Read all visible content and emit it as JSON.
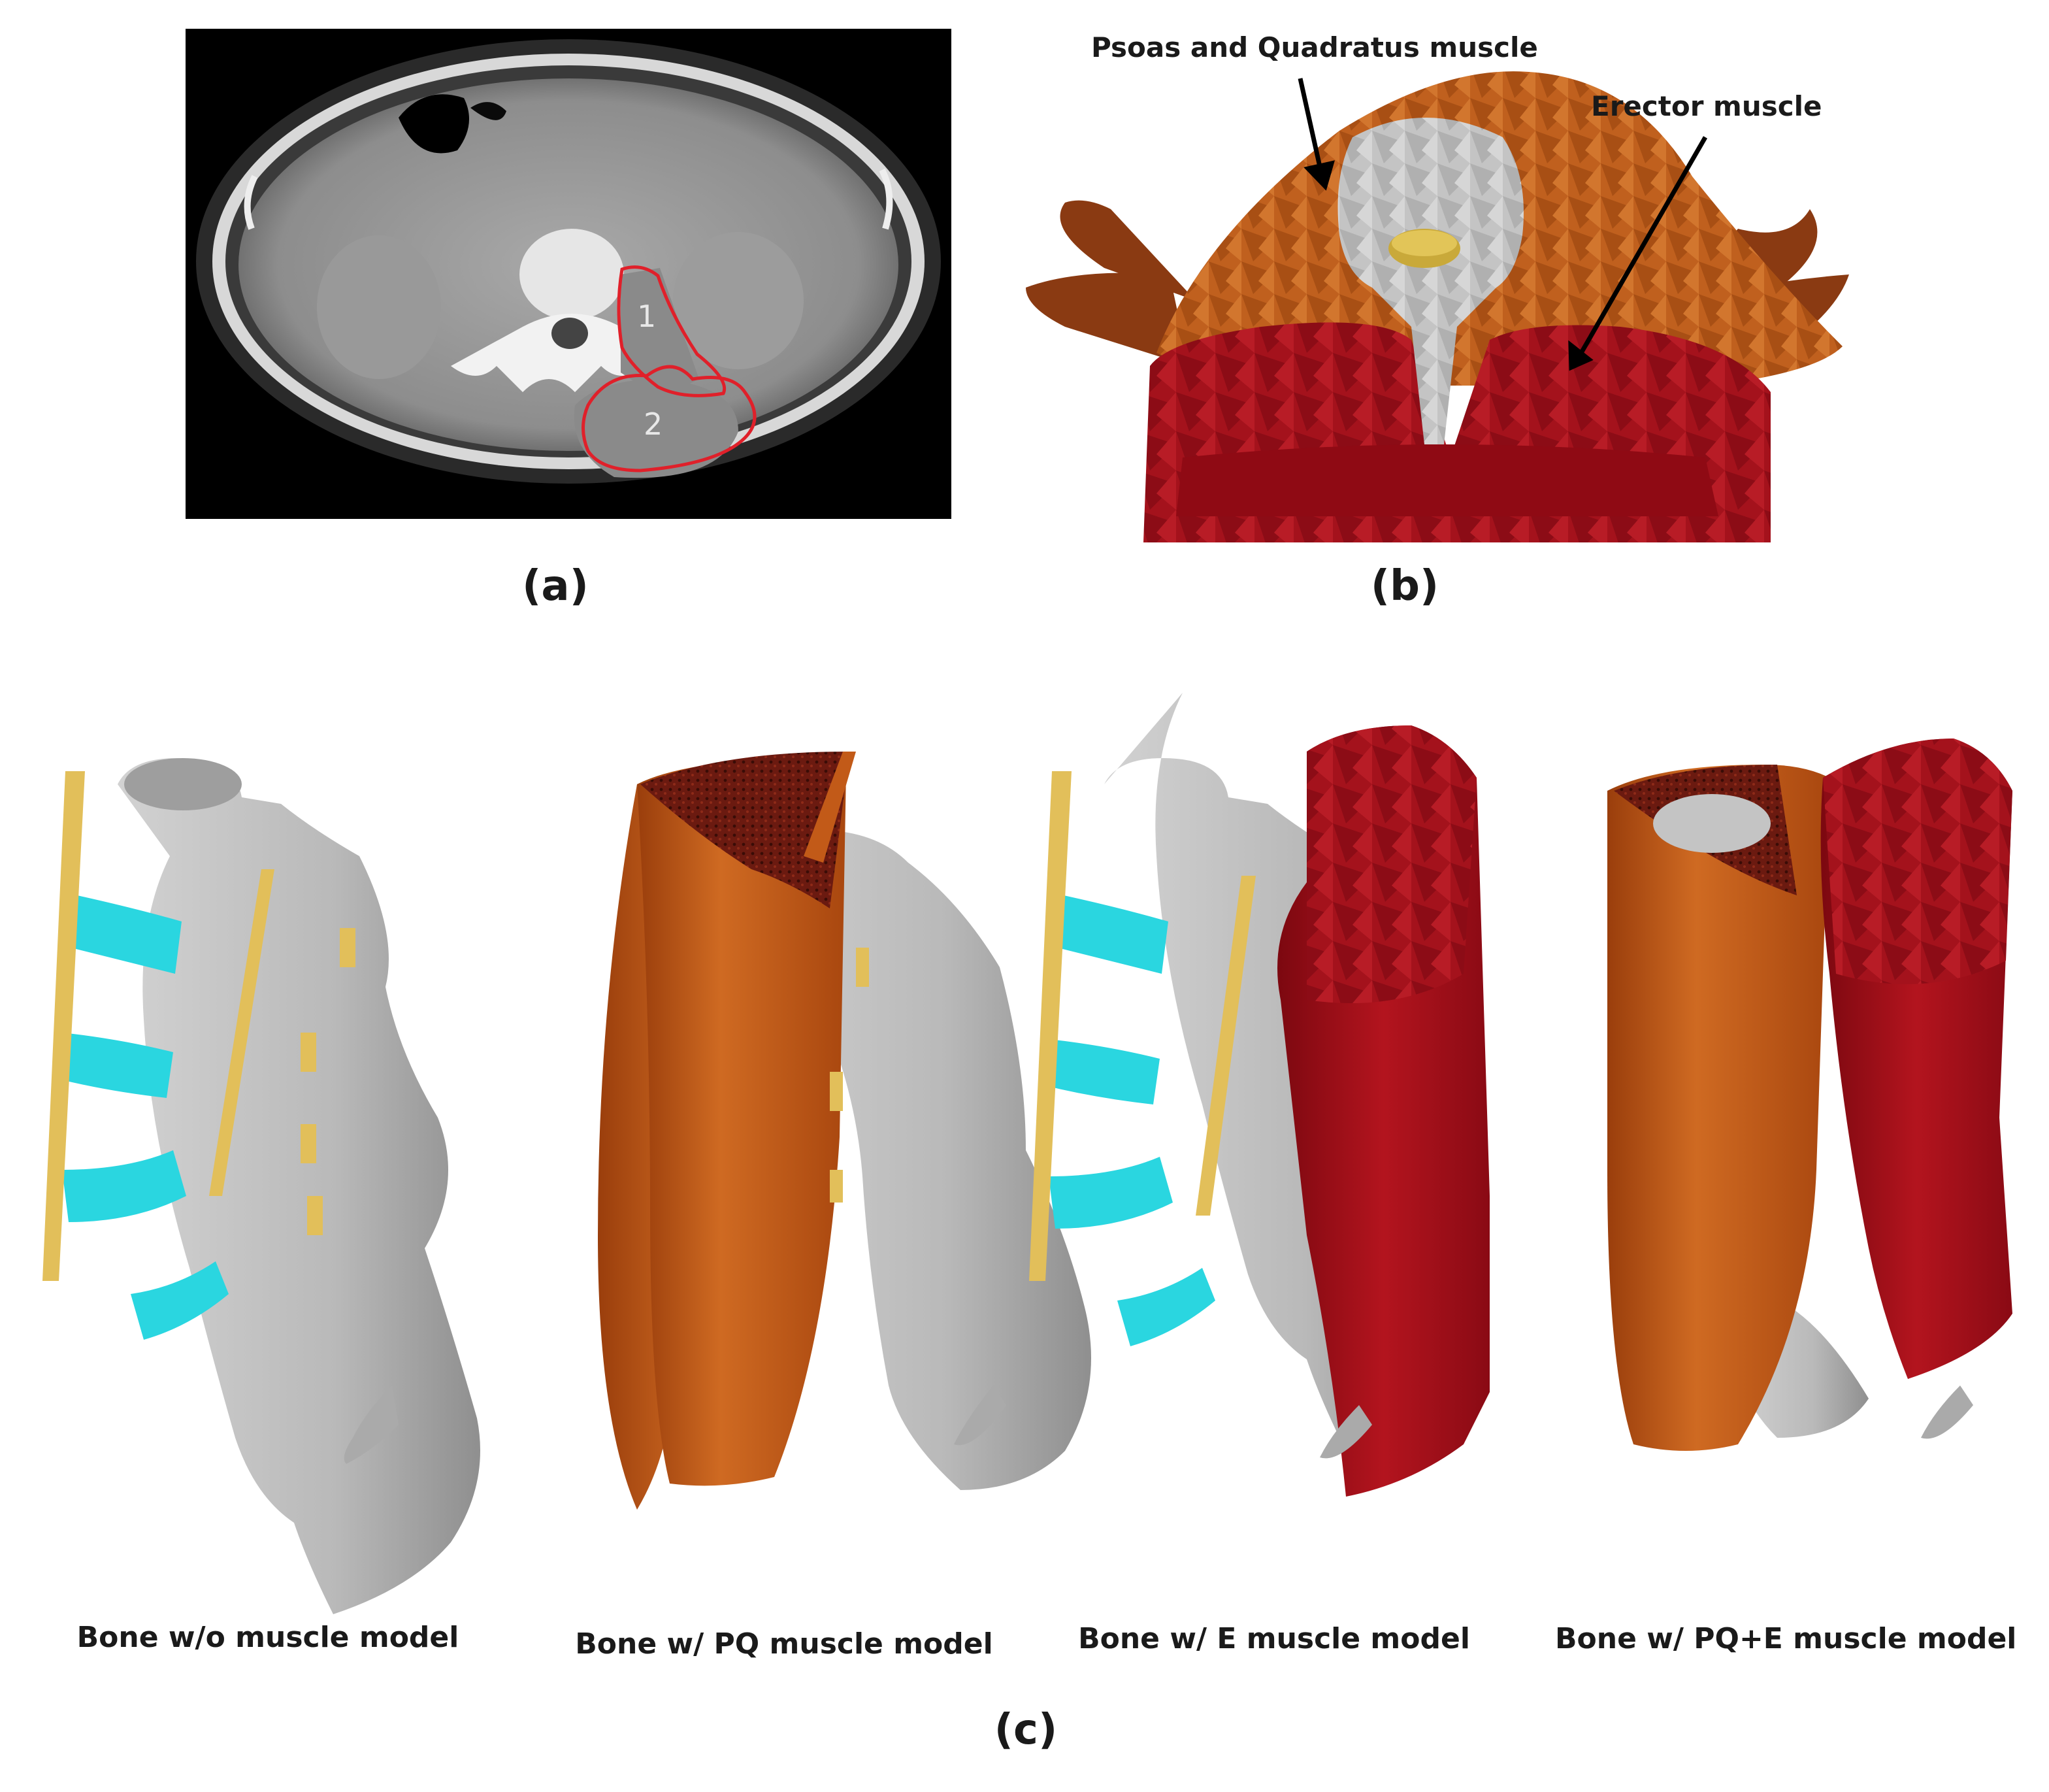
{
  "panels": {
    "a": {
      "label": "(a)",
      "roi_labels": [
        "1",
        "2"
      ],
      "roi_outline_color": "#e0202a"
    },
    "b": {
      "label": "(b)",
      "callouts": {
        "pq": "Psoas and Quadratus muscle",
        "erector": "Erector muscle"
      }
    },
    "c": {
      "label": "(c)",
      "models": [
        {
          "caption": "Bone w/o muscle model"
        },
        {
          "caption": "Bone w/ PQ muscle model"
        },
        {
          "caption": "Bone w/ E muscle model"
        },
        {
          "caption": "Bone w/ PQ+E muscle model"
        }
      ]
    }
  },
  "colors": {
    "bone": "#b8b8b8",
    "disc": "#2ad6e0",
    "ligament": "#e2bf5a",
    "pq_muscle": "#c25a18",
    "erector_muscle": "#a8101a"
  }
}
